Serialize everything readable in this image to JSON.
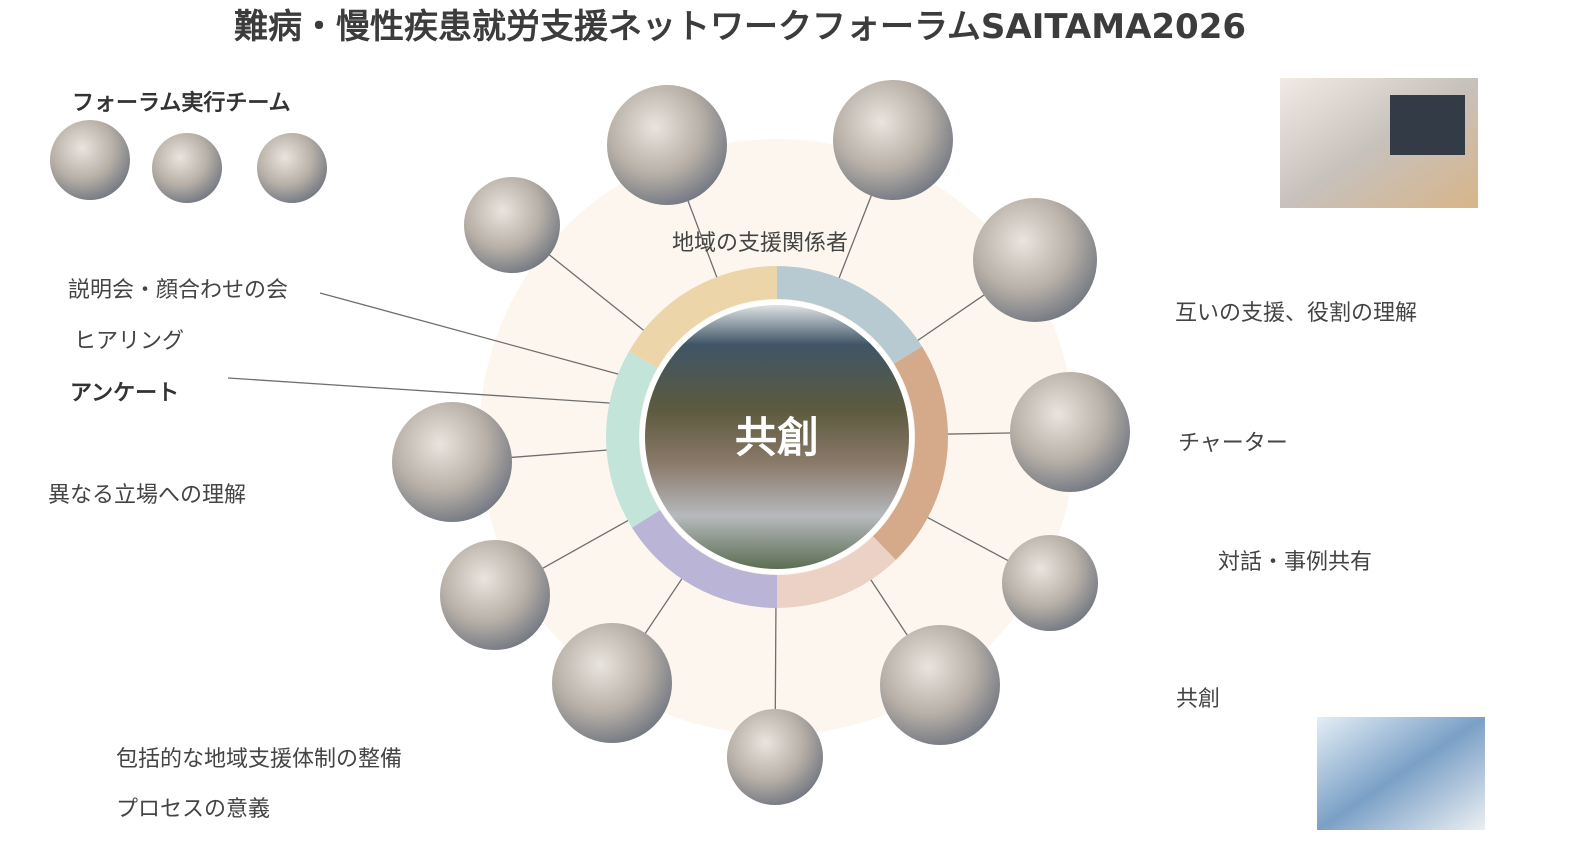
{
  "title": "難病・慢性疾患就労支援ネットワークフォーラムSAITAMA2026",
  "team": {
    "label": "フォーラム実行チーム",
    "members": 3
  },
  "center_label": "共創",
  "ring_label_top": "地域の支援関係者",
  "left_items": [
    "説明会・顔合わせの会",
    "ヒアリング",
    "アンケート",
    "異なる立場への理解"
  ],
  "right_items": [
    "互いの支援、役割の理解",
    "チャーター",
    "対話・事例共有",
    "共創"
  ],
  "bottom_items": [
    "包括的な地域支援体制の整備",
    "プロセスの意義"
  ],
  "colors": {
    "background_disc": "#fcf6ee",
    "seg_top_right": "#b7cad2",
    "seg_right": "#d4aa8a",
    "seg_bottom_right": "#ecd2c4",
    "seg_bottom_left": "#bab5d6",
    "seg_left": "#c3e4d9",
    "seg_top_left": "#ecd5a9"
  }
}
